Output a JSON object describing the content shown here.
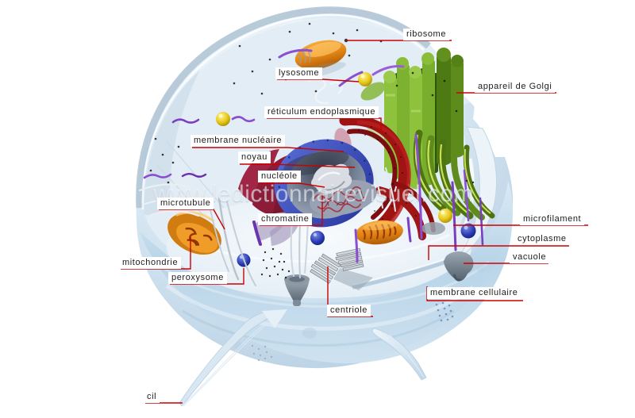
{
  "watermark": {
    "text": "www.ledictionnairevisuel.com"
  },
  "labels": [
    {
      "id": "ribosome",
      "text": "ribosome"
    },
    {
      "id": "lysosome",
      "text": "lysosome"
    },
    {
      "id": "appareil-de-golgi",
      "text": "appareil de Golgi"
    },
    {
      "id": "reticulum-endoplasmique",
      "text": "réticulum endoplasmique"
    },
    {
      "id": "membrane-nucleaire",
      "text": "membrane nucléaire"
    },
    {
      "id": "noyau",
      "text": "noyau"
    },
    {
      "id": "nucleole",
      "text": "nucléole"
    },
    {
      "id": "chromatine",
      "text": "chromatine"
    },
    {
      "id": "microtubule",
      "text": "microtubule"
    },
    {
      "id": "microfilament",
      "text": "microfilament"
    },
    {
      "id": "cytoplasme",
      "text": "cytoplasme"
    },
    {
      "id": "vacuole",
      "text": "vacuole"
    },
    {
      "id": "mitochondrie",
      "text": "mitochondrie"
    },
    {
      "id": "peroxysome",
      "text": "peroxysome"
    },
    {
      "id": "membrane-cellulaire",
      "text": "membrane cellulaire"
    },
    {
      "id": "centriole",
      "text": "centriole"
    },
    {
      "id": "cil",
      "text": "cil"
    }
  ],
  "colors": {
    "label_line": "#cb0101",
    "label_text": "#1c1c1c",
    "label_background": "#ffffff",
    "cell_outer": "#cfe2f0",
    "cell_interior": "#e8f1f8",
    "membrane_rim": "#b5c8d7",
    "mitochondria_orange": "#e8891b",
    "golgi_green": "#86bb33",
    "golgi_dark_green": "#3c650f",
    "er_red": "#a01313",
    "nucleus_blue": "#3b4fc1",
    "nucleus_interior": "#6b7584",
    "nucleolus_gray": "#dcdfe3",
    "chromatin_red": "#a83848",
    "lysosome_yellow": "#eed31f",
    "peroxisome_blue": "#3346c8",
    "filament_purple": "#8a4fd0",
    "vacuole_gray": "#8b98a4",
    "watermark": "rgba(255,255,255,0.55)"
  }
}
